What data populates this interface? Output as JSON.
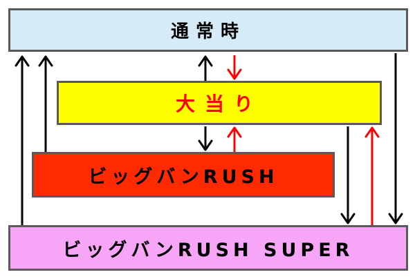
{
  "states": {
    "normal": {
      "label": "通常時",
      "fill": "#d6ebf8",
      "text_color": "#000000"
    },
    "bonus": {
      "label": "大当り",
      "fill": "#ffff00",
      "text_color": "#ff0000"
    },
    "rush": {
      "label": "ビッグバンRUSH",
      "fill": "#ff2a00",
      "text_color": "#000000"
    },
    "super": {
      "label": "ビッグバンRUSH SUPER",
      "fill": "#f7a6f7",
      "text_color": "#000000"
    }
  },
  "arrow_colors": {
    "black": "#000000",
    "red": "#ff0000"
  },
  "transitions": [
    {
      "from": "super",
      "to": "normal",
      "color": "black"
    },
    {
      "from": "rush",
      "to": "normal",
      "color": "black"
    },
    {
      "from": "bonus",
      "to": "normal",
      "color": "black"
    },
    {
      "from": "normal",
      "to": "bonus",
      "color": "red"
    },
    {
      "from": "bonus",
      "to": "rush",
      "color": "black"
    },
    {
      "from": "rush",
      "to": "bonus",
      "color": "red"
    },
    {
      "from": "bonus",
      "to": "super",
      "color": "black"
    },
    {
      "from": "super",
      "to": "bonus",
      "color": "red"
    },
    {
      "from": "normal",
      "to": "super",
      "color": "black"
    }
  ]
}
